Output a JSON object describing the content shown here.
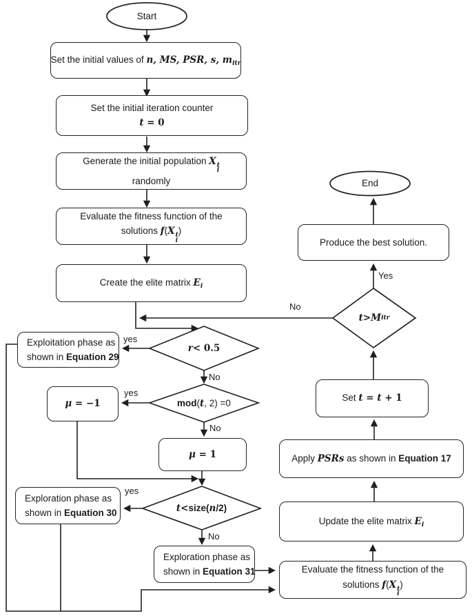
{
  "colors": {
    "line": "#1f1f1f",
    "background": "#ffffff"
  },
  "labels": {
    "yes": "yes",
    "yes_cap": "Yes",
    "no": "No"
  },
  "nodes": {
    "start": {
      "label": "Start"
    },
    "end": {
      "label": "End"
    },
    "init": {
      "pre": "Set the initial values of ",
      "math": "n, MS, PSR, s, m",
      "sub": "itr"
    },
    "counter": {
      "line1": "Set the initial iteration counter",
      "t": "t",
      "rest": " = 0"
    },
    "generate": {
      "pre": "Generate the initial population ",
      "x": "X",
      "sup": "t",
      "sub": "i",
      "line2": "randomly"
    },
    "evaluate1": {
      "line1": "Evaluate the fitness function of the",
      "pre": "solutions ",
      "f": "f",
      "open": "(",
      "x": "X",
      "sup": "t",
      "sub": "i",
      "close": ")"
    },
    "elite_create": {
      "pre": "Create the elite matrix ",
      "e": "E",
      "sub": "i"
    },
    "decision_r": {
      "r": "r",
      "rest": " < 0.5"
    },
    "exploit29": {
      "line1": "Exploitation phase as",
      "pre": "shown in ",
      "bold": "Equation 29"
    },
    "decision_mod": {
      "bold": "mod",
      "open": "(",
      "t": "t",
      "rest": ", 2) =0"
    },
    "mu_neg": {
      "mu": "μ",
      "rest": " = −1"
    },
    "mu_pos": {
      "mu": "μ",
      "rest": " = 1"
    },
    "decision_size": {
      "t": "t",
      "lt": " < ",
      "bold": "size",
      "open": "(",
      "n": "n",
      "close": "/2)"
    },
    "explore30": {
      "line1": "Exploration phase as",
      "pre": "shown in ",
      "bold": "Equation 30"
    },
    "explore31": {
      "line1": "Exploration phase as",
      "pre": "shown in ",
      "bold": "Equation 31"
    },
    "evaluate2": {
      "line1": "Evaluate the fitness function of the",
      "pre": "solutions ",
      "f": "f",
      "open": "(",
      "x": "X",
      "sup": "t",
      "sub": "i",
      "close": ")"
    },
    "elite_update": {
      "pre": "Update the elite matrix ",
      "e": "E",
      "sub": "i"
    },
    "apply": {
      "pre": "Apply ",
      "psrs": "PSRs",
      "mid": " as shown in ",
      "bold": "Equation 17"
    },
    "set_t": {
      "pre": "Set ",
      "t1": "t",
      "eq": " = ",
      "t2": "t",
      "plus": " + 1"
    },
    "decision_m": {
      "t": "t",
      "gt": " > ",
      "m": "M",
      "sub": "itr"
    },
    "produce": {
      "label": "Produce the best solution."
    }
  }
}
